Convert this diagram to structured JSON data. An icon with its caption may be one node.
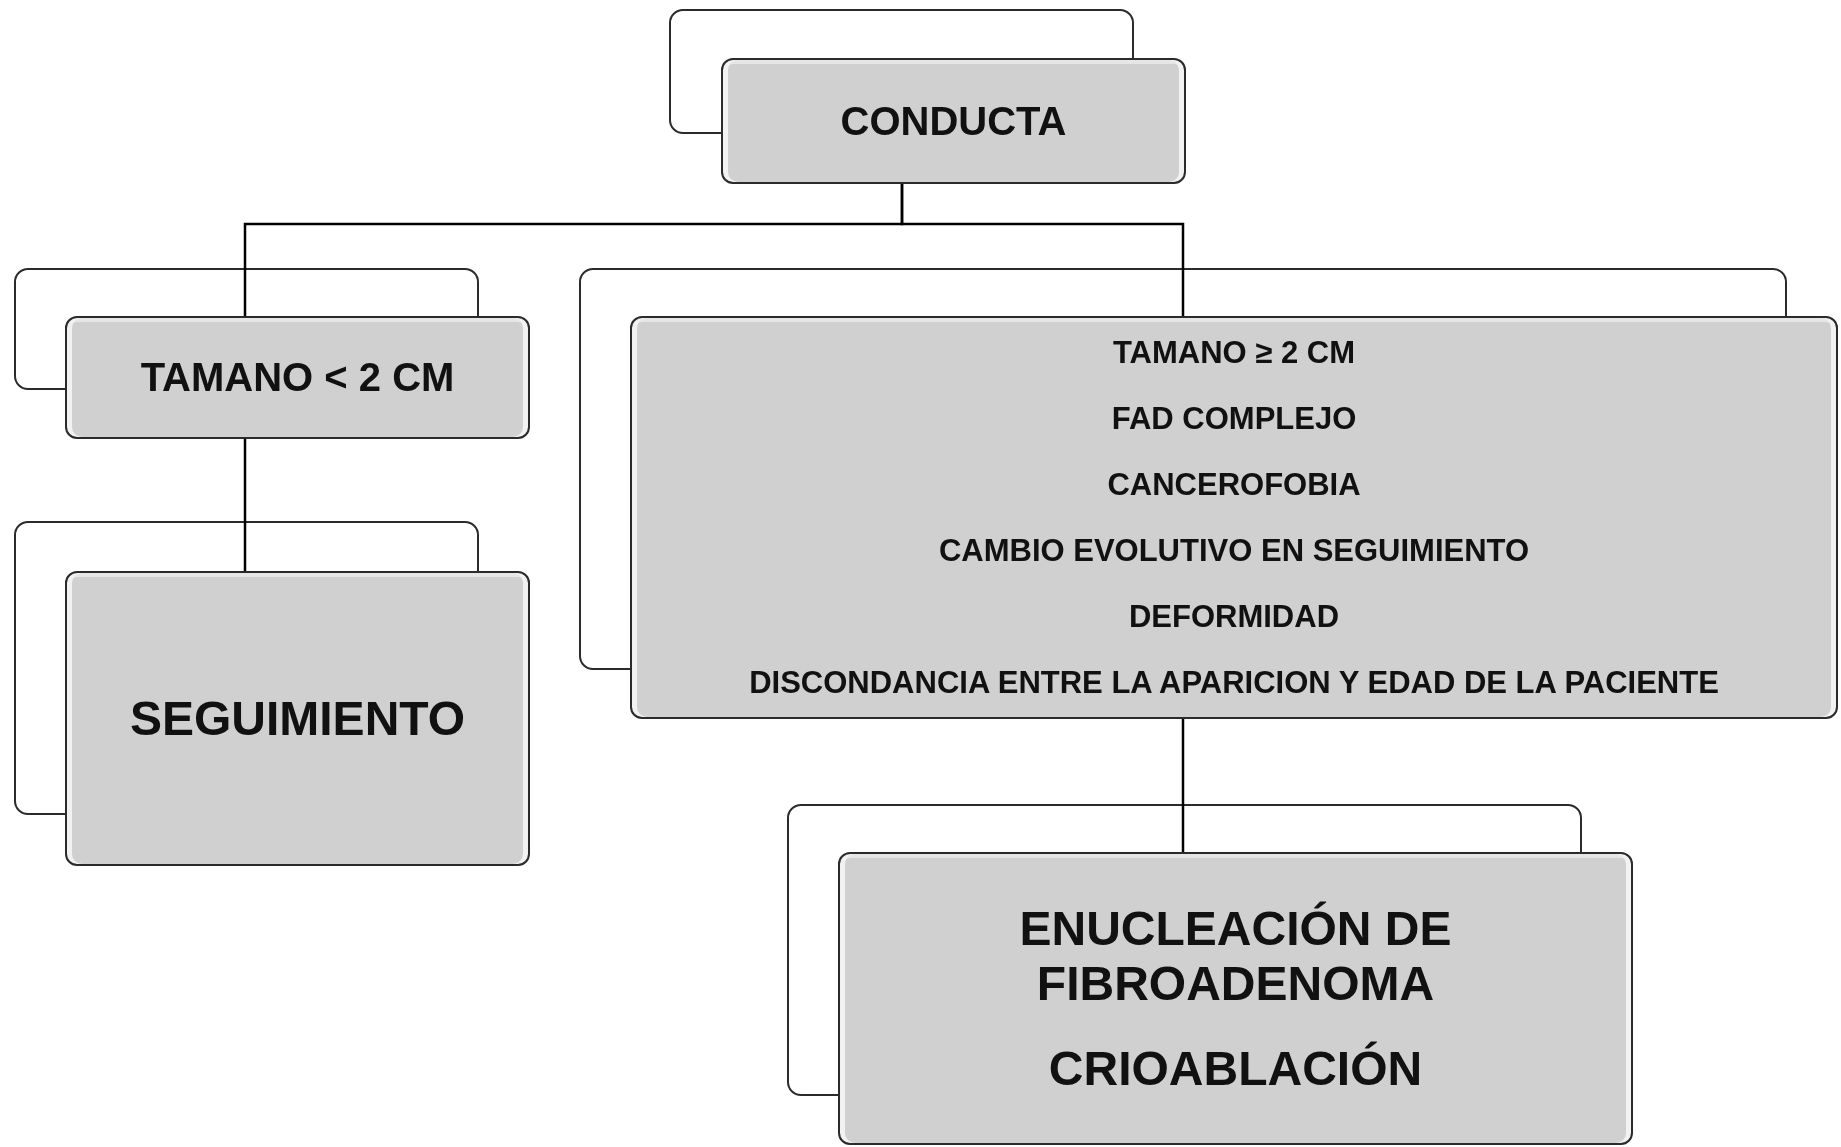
{
  "diagram": {
    "nodes": [
      {
        "text": [
          "CONDUCTA"
        ]
      },
      {
        "text": [
          "TAMANO < 2 CM"
        ]
      },
      {
        "text": [
          "TAMANO ≥ 2 CM",
          "FAD COMPLEJO",
          "CANCEROFOBIA",
          "CAMBIO EVOLUTIVO EN SEGUIMIENTO",
          "DEFORMIDAD",
          "DISCONDANCIA ENTRE LA APARICION Y EDAD DE LA PACIENTE"
        ]
      },
      {
        "text": [
          "SEGUIMIENTO"
        ]
      },
      {
        "text": [
          "ENUCLEACIÓN DE FIBROADENOMA",
          "CRIOABLACIÓN"
        ]
      }
    ],
    "edges": [
      {
        "from": 0,
        "to": 1,
        "arrow": "none"
      },
      {
        "from": 0,
        "to": 2,
        "arrow": "none"
      },
      {
        "from": 1,
        "to": 3,
        "arrow": "none"
      },
      {
        "from": 2,
        "to": 4,
        "arrow": "none"
      }
    ]
  }
}
